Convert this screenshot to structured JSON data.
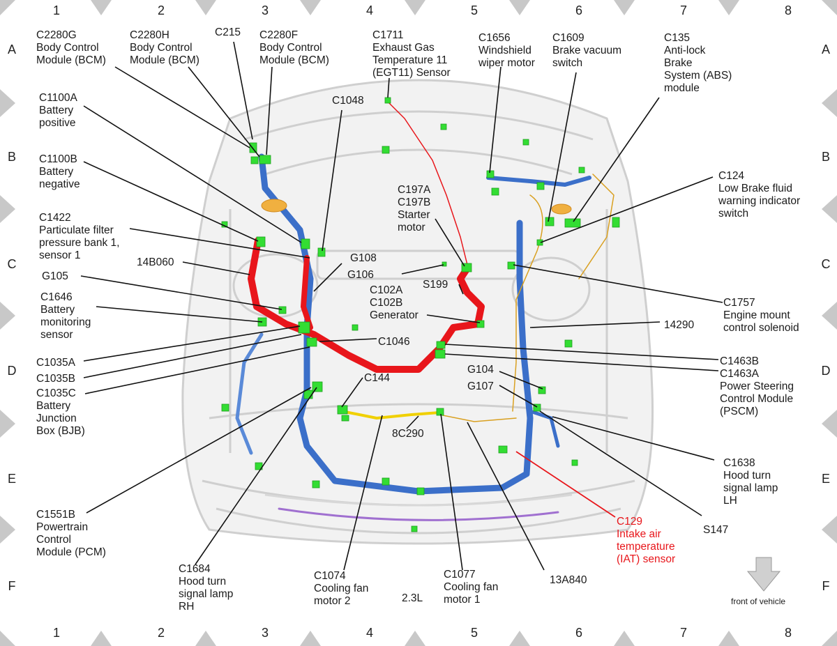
{
  "grid": {
    "columns": [
      "1",
      "2",
      "3",
      "4",
      "5",
      "6",
      "7",
      "8"
    ],
    "rows": [
      "A",
      "B",
      "C",
      "D",
      "E",
      "F"
    ]
  },
  "labels": {
    "c2280g": [
      "C2280G",
      "Body Control",
      "Module (BCM)"
    ],
    "c2280h": [
      "C2280H",
      "Body Control",
      "Module (BCM)"
    ],
    "c215": [
      "C215"
    ],
    "c2280f": [
      "C2280F",
      "Body Control",
      "Module (BCM)"
    ],
    "c1711": [
      "C1711",
      "Exhaust Gas",
      "Temperature 11",
      "(EGT11) Sensor"
    ],
    "c1656": [
      "C1656",
      "Windshield",
      "wiper motor"
    ],
    "c1609": [
      "C1609",
      "Brake vacuum",
      "switch"
    ],
    "c135": [
      "C135",
      "Anti-lock",
      "Brake",
      "System (ABS)",
      "module"
    ],
    "c1100a": [
      "C1100A",
      "Battery",
      "positive"
    ],
    "c1048": [
      "C1048"
    ],
    "c1100b": [
      "C1100B",
      "Battery",
      "negative"
    ],
    "c197": [
      "C197A",
      "C197B",
      "Starter",
      "motor"
    ],
    "c124": [
      "C124",
      "Low Brake fluid",
      "warning indicator",
      "switch"
    ],
    "c1422": [
      "C1422",
      "Particulate filter",
      "pressure bank 1,",
      "sensor 1"
    ],
    "p14b060": [
      "14B060"
    ],
    "g108": [
      "G108"
    ],
    "g106": [
      "G106"
    ],
    "s199": [
      "S199"
    ],
    "g105": [
      "G105"
    ],
    "c102": [
      "C102A",
      "C102B",
      "Generator"
    ],
    "c1757": [
      "C1757",
      "Engine mount",
      "control solenoid"
    ],
    "c1646": [
      "C1646",
      "Battery",
      "monitoring",
      "sensor"
    ],
    "p14290": [
      "14290"
    ],
    "c1046": [
      "C1046"
    ],
    "c1035a": [
      "C1035A"
    ],
    "c1463b": [
      "C1463B"
    ],
    "c1463a": [
      "C1463A",
      "Power Steering",
      "Control Module",
      "(PSCM)"
    ],
    "c1035b": [
      "C1035B"
    ],
    "c144": [
      "C144"
    ],
    "g104": [
      "G104"
    ],
    "c1035c": [
      "C1035C",
      "Battery",
      "Junction",
      "Box (BJB)"
    ],
    "g107": [
      "G107"
    ],
    "p8c290": [
      "8C290"
    ],
    "c1638": [
      "C1638",
      "Hood turn",
      "signal lamp",
      "LH"
    ],
    "c1551b": [
      "C1551B",
      "Powertrain",
      "Control",
      "Module (PCM)"
    ],
    "c129": [
      "C129",
      "Intake air",
      "temperature",
      "(IAT) sensor"
    ],
    "s147": [
      "S147"
    ],
    "c1684": [
      "C1684",
      "Hood turn",
      "signal lamp",
      "RH"
    ],
    "c1074": [
      "C1074",
      "Cooling fan",
      "motor 2"
    ],
    "engine": [
      "2.3L"
    ],
    "c1077": [
      "C1077",
      "Cooling fan",
      "motor 1"
    ],
    "p13a840": [
      "13A840"
    ],
    "front": [
      "front of vehicle"
    ]
  },
  "colors": {
    "harness_red": "#e8161b",
    "harness_blue": "#3b6fc9",
    "harness_yellow": "#f0d000",
    "connector_green": "#33dd33",
    "purple": "#a070d0",
    "orange": "#f0b040",
    "callout_red": "#e8161b",
    "grid_marker": "#c8c8c8"
  }
}
